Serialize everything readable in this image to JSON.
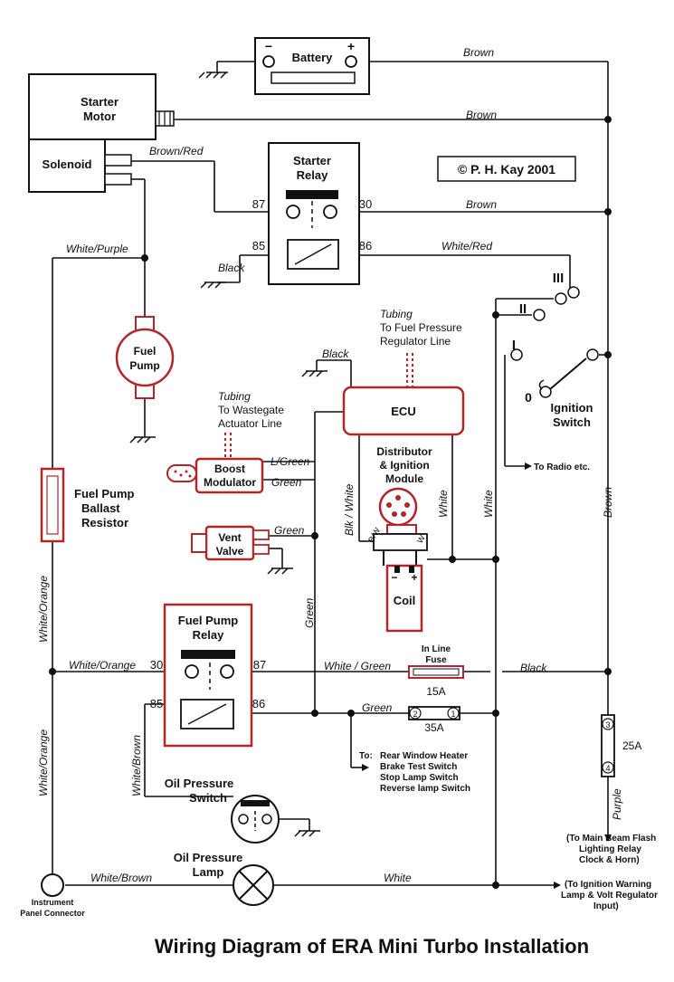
{
  "title": "Wiring Diagram of ERA Mini Turbo Installation",
  "copyright": "© P. H. Kay 2001",
  "components": {
    "battery": "Battery",
    "battery_minus": "−",
    "battery_plus": "+",
    "starter_motor_1": "Starter",
    "starter_motor_2": "Motor",
    "solenoid": "Solenoid",
    "starter_relay_1": "Starter",
    "starter_relay_2": "Relay",
    "fuel_pump_1": "Fuel",
    "fuel_pump_2": "Pump",
    "ecu": "ECU",
    "boost_1": "Boost",
    "boost_2": "Modulator",
    "vent_1": "Vent",
    "vent_2": "Valve",
    "ballast_1": "Fuel Pump",
    "ballast_2": "Ballast",
    "ballast_3": "Resistor",
    "distributor_1": "Distributor",
    "distributor_2": "& Ignition",
    "distributor_3": "Module",
    "coil": "Coil",
    "coil_minus": "−",
    "coil_plus": "+",
    "fpr_1": "Fuel Pump",
    "fpr_2": "Relay",
    "ops_1": "Oil Pressure",
    "ops_2": "Switch",
    "opl_1": "Oil Pressure",
    "opl_2": "Lamp",
    "ign_1": "Ignition",
    "ign_2": "Switch",
    "ipc_1": "Instrument",
    "ipc_2": "Panel Connector",
    "inline_fuse_1": "In Line",
    "inline_fuse_2": "Fuse"
  },
  "pins": {
    "sr_87": "87",
    "sr_30": "30",
    "sr_85": "85",
    "sr_86": "86",
    "fp_30": "30",
    "fp_87": "87",
    "fp_85": "85",
    "fp_86": "86",
    "ign_III": "III",
    "ign_II": "II",
    "ign_I": "I",
    "ign_0": "0",
    "dist_bw": "B/W",
    "dist_w": "W",
    "fuse_35_a": "2",
    "fuse_35_b": "1",
    "fuse_25_a": "3",
    "fuse_25_b": "4"
  },
  "fuse_ratings": {
    "inline": "15A",
    "f35": "35A",
    "f25": "25A"
  },
  "wires": {
    "brown_battery": "Brown",
    "brown_starter": "Brown",
    "brown_red": "Brown/Red",
    "brown_relay": "Brown",
    "white_red": "White/Red",
    "black_relay": "Black",
    "white_purple": "White/Purple",
    "black_ecu": "Black",
    "l_green": "L/Green",
    "green_boost": "Green",
    "green_vent": "Green",
    "green_vertical": "Green",
    "blk_white": "Blk / White",
    "white_dist": "White",
    "white_vert": "White",
    "brown_vert": "Brown",
    "white_orange_left": "White/Orange",
    "white_orange_lower": "White/Orange",
    "white_orange_30": "White/Orange",
    "white_green": "White / Green",
    "black_right": "Black",
    "green_lower": "Green",
    "white_brown_vert": "White/Brown",
    "white_brown": "White/Brown",
    "white_bottom": "White",
    "purple": "Purple"
  },
  "notes": {
    "tubing_fpr_1": "Tubing",
    "tubing_fpr_2": "To Fuel Pressure",
    "tubing_fpr_3": "Regulator Line",
    "tubing_wg_1": "Tubing",
    "tubing_wg_2": "To Wastegate",
    "tubing_wg_3": "Actuator Line",
    "radio": "To Radio etc.",
    "to_label": "To:",
    "to_1": "Rear Window Heater",
    "to_2": "Brake Test Switch",
    "to_3": "Stop Lamp Switch",
    "to_4": "Reverse lamp Switch",
    "main_beam_1": "(To Main Beam Flash",
    "main_beam_2": "Lighting Relay",
    "main_beam_3": "Clock & Horn)",
    "ign_warn_1": "(To Ignition Warning",
    "ign_warn_2": "Lamp & Volt Regulator",
    "ign_warn_3": "Input)"
  }
}
